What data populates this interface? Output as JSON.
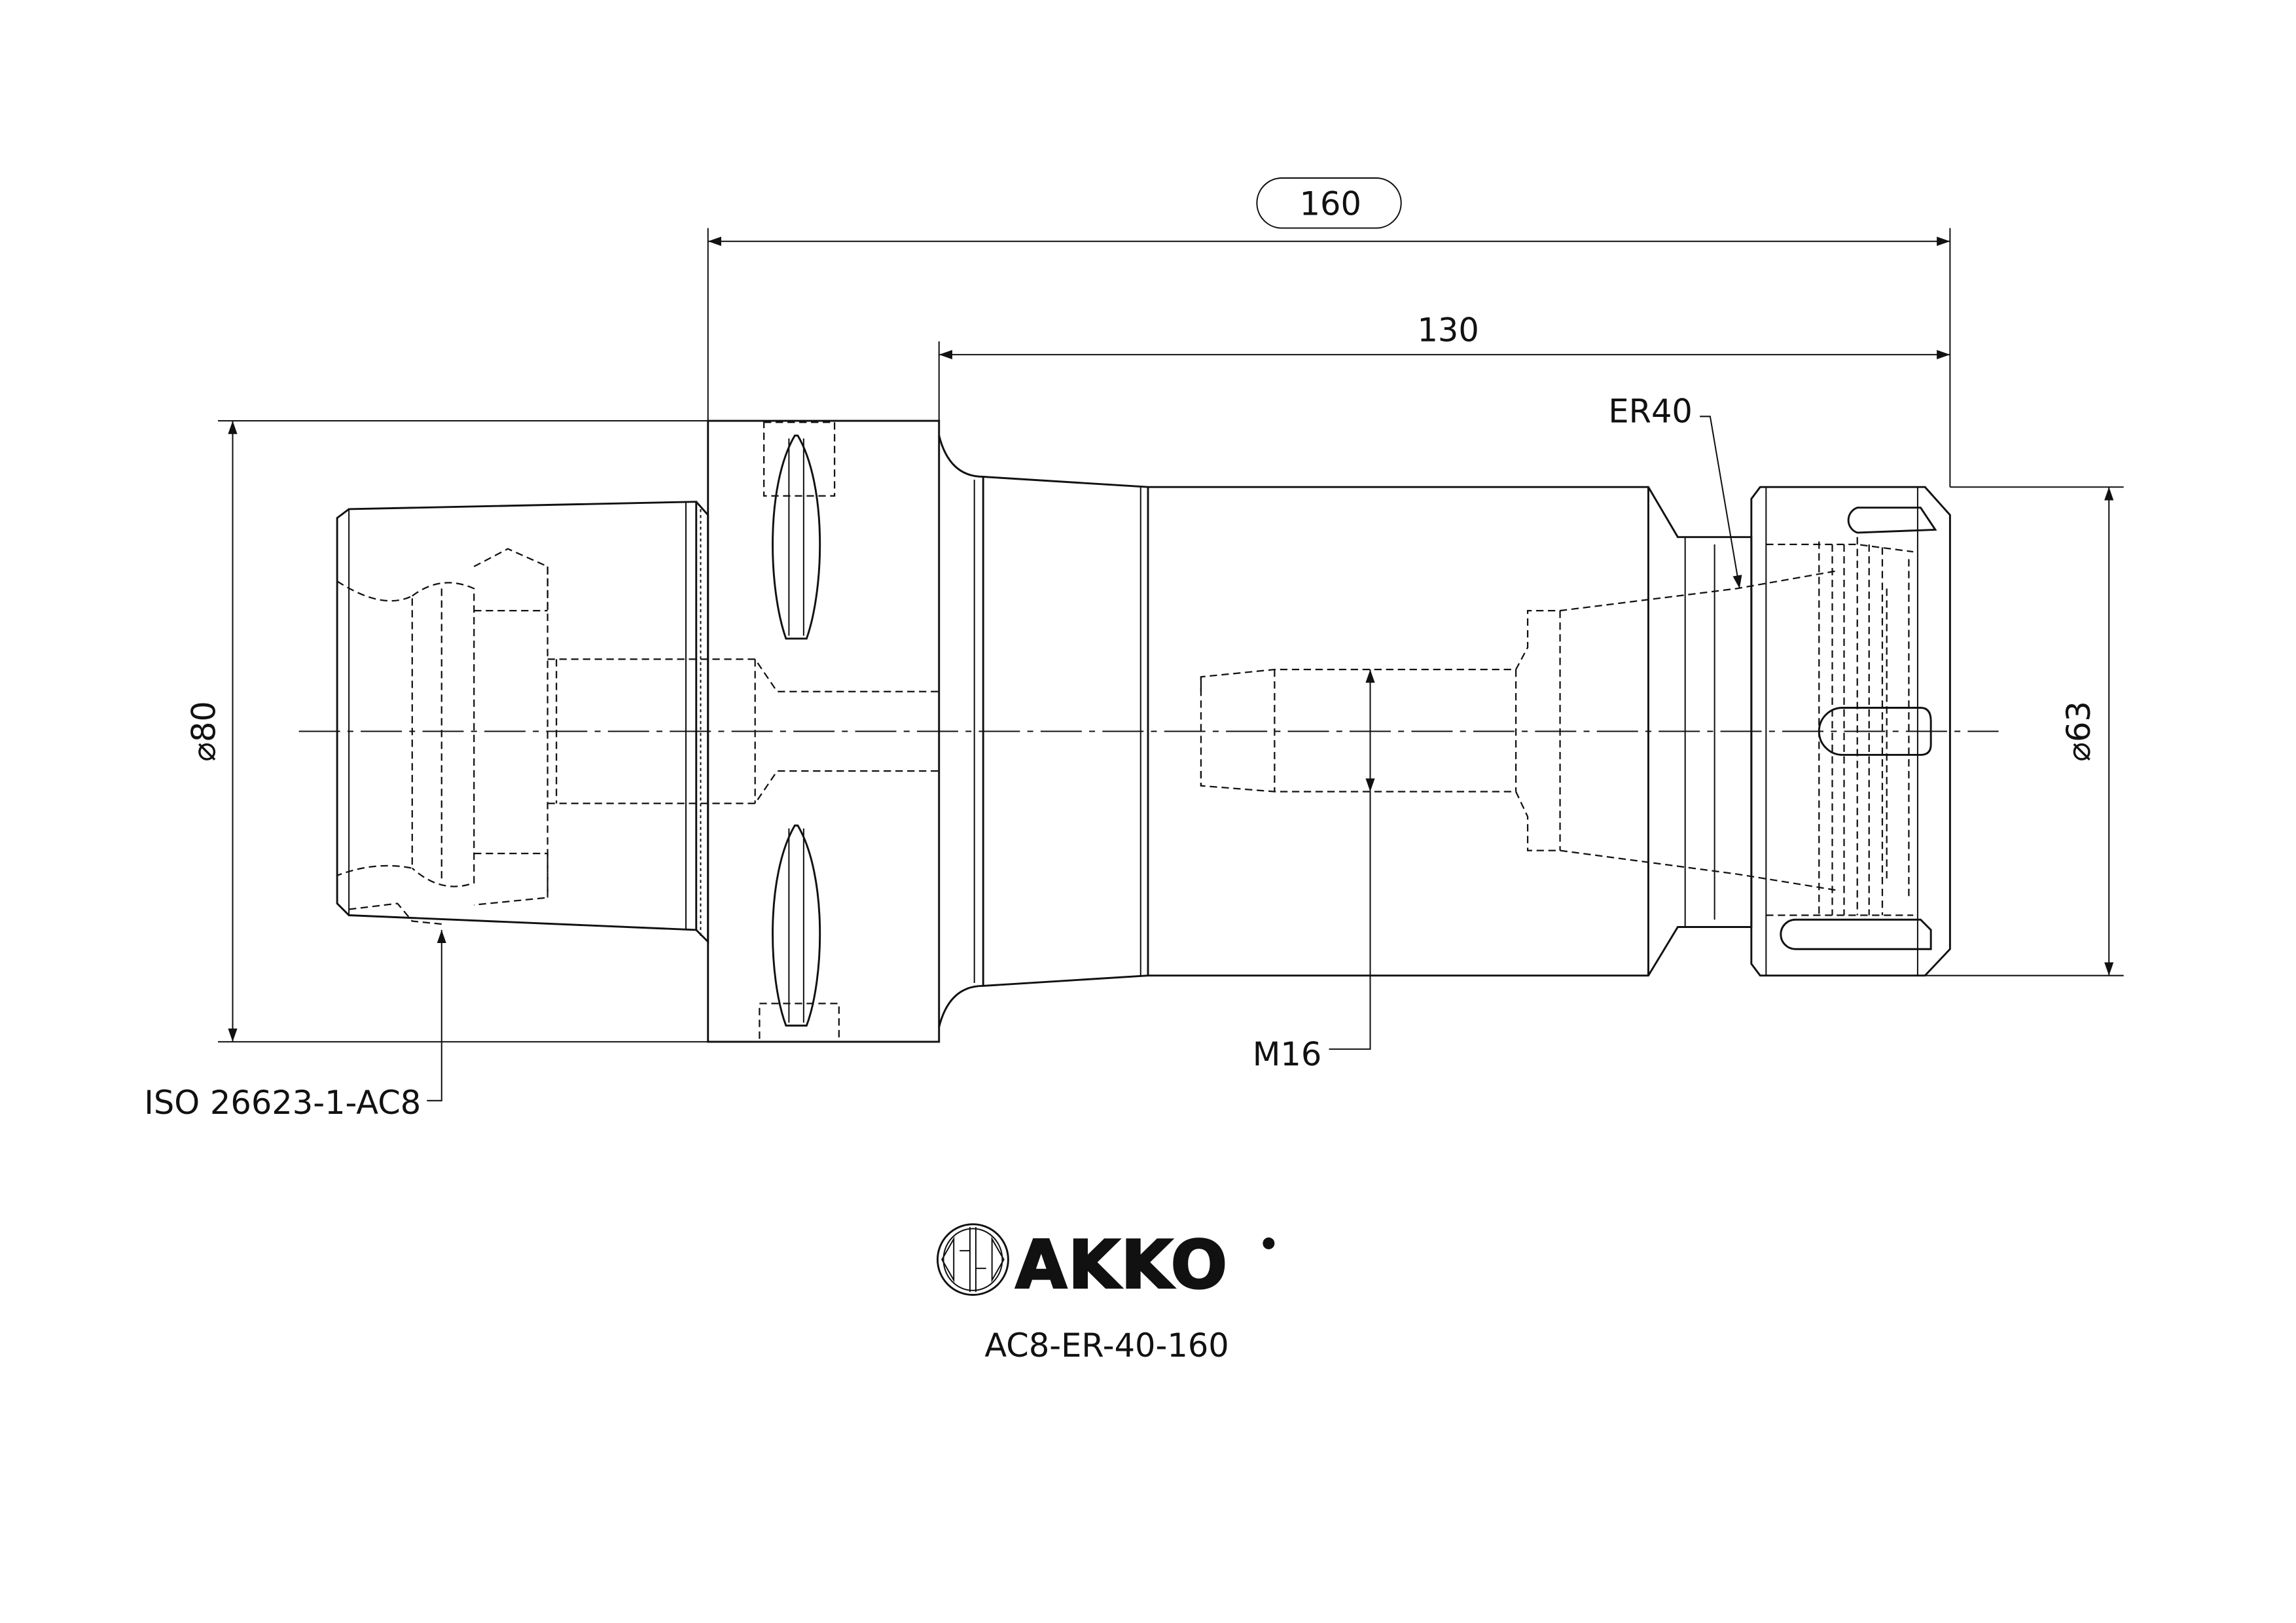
{
  "dimensions": {
    "overall_length": "160",
    "gauge_length": "130",
    "flange_diameter": "⌀80",
    "nut_diameter": "⌀63"
  },
  "annotations": {
    "collet_type": "ER40",
    "thread": "M16",
    "interface_standard": "ISO 26623-1-AC8"
  },
  "logo": {
    "brand": "AKKO"
  },
  "part_number": "AC8-ER-40-160",
  "colors": {
    "line": "#111111",
    "background": "#ffffff"
  }
}
